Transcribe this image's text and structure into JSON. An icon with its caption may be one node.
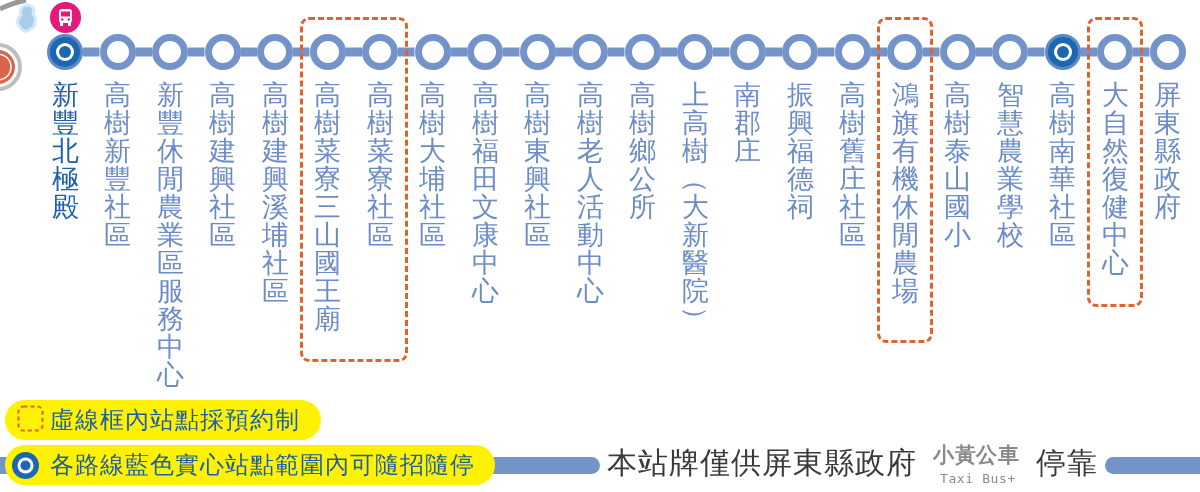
{
  "diagram": {
    "nodes": [
      {
        "text": [
          "新豐北極殿"
        ]
      },
      {
        "text": [
          "高樹新豐社區"
        ]
      },
      {
        "text": [
          "新豐休閒農業區服務中心"
        ]
      },
      {
        "text": [
          "高樹建興社區"
        ]
      },
      {
        "text": [
          "高樹建興溪埔社區"
        ]
      },
      {
        "text": [],
        "shape": "box"
      },
      {
        "text": [
          "高樹菜寮三山國王廟"
        ],
        "in": 5
      },
      {
        "text": [
          "高樹菜寮社區"
        ],
        "in": 5
      },
      {
        "text": [
          "高樹大埔社區"
        ]
      },
      {
        "text": [
          "高樹福田文康中心"
        ]
      },
      {
        "text": [
          "高樹東興社區"
        ]
      },
      {
        "text": [
          "高樹老人活動中心"
        ]
      },
      {
        "text": [
          "高樹鄉公所"
        ]
      },
      {
        "text": [
          "上高樹（大新醫院）"
        ]
      },
      {
        "text": [
          "南郡庄"
        ]
      },
      {
        "text": [
          "振興福德祠"
        ]
      },
      {
        "text": [
          "高樹舊庄社區"
        ]
      },
      {
        "text": [],
        "shape": "box"
      },
      {
        "text": [
          "鴻旗有機休閒農場"
        ],
        "in": 17
      },
      {
        "text": [
          "高樹泰山國小"
        ]
      },
      {
        "text": [
          "智慧農業學校"
        ]
      },
      {
        "text": [
          "高樹南華社區"
        ]
      },
      {
        "text": [],
        "shape": "box"
      },
      {
        "text": [
          "大自然復健中心"
        ],
        "in": 22
      },
      {
        "text": [
          "屏東縣政府"
        ]
      }
    ],
    "edges": [
      {
        "from": 0,
        "to": 1,
        "arrow": "none"
      },
      {
        "from": 1,
        "to": 2,
        "arrow": "none"
      },
      {
        "from": 2,
        "to": 3,
        "arrow": "none"
      },
      {
        "from": 3,
        "to": 4,
        "arrow": "none"
      },
      {
        "from": 4,
        "to": 6,
        "arrow": "none"
      },
      {
        "from": 6,
        "to": 7,
        "arrow": "none"
      },
      {
        "from": 7,
        "to": 8,
        "arrow": "none"
      },
      {
        "from": 8,
        "to": 9,
        "arrow": "none"
      },
      {
        "from": 9,
        "to": 10,
        "arrow": "none"
      },
      {
        "from": 10,
        "to": 11,
        "arrow": "none"
      },
      {
        "from": 11,
        "to": 12,
        "arrow": "none"
      },
      {
        "from": 12,
        "to": 13,
        "arrow": "none"
      },
      {
        "from": 13,
        "to": 14,
        "arrow": "none"
      },
      {
        "from": 14,
        "to": 15,
        "arrow": "none"
      },
      {
        "from": 15,
        "to": 16,
        "arrow": "none"
      },
      {
        "from": 16,
        "to": 18,
        "arrow": "none"
      },
      {
        "from": 18,
        "to": 19,
        "arrow": "none"
      },
      {
        "from": 19,
        "to": 20,
        "arrow": "none"
      },
      {
        "from": 20,
        "to": 21,
        "arrow": "none"
      },
      {
        "from": 21,
        "to": 23,
        "arrow": "none"
      },
      {
        "from": 23,
        "to": 24,
        "arrow": "none"
      }
    ],
    "labels": [
      "本站牌僅供屏東縣政府",
      "小黃公車",
      "Taxi Bus+",
      "停靠"
    ],
    "legend": [
      {
        "text": "虛線框內站點採預約制"
      },
      {
        "text": "各路線藍色實心站點範圍內可隨招隨停"
      }
    ]
  }
}
